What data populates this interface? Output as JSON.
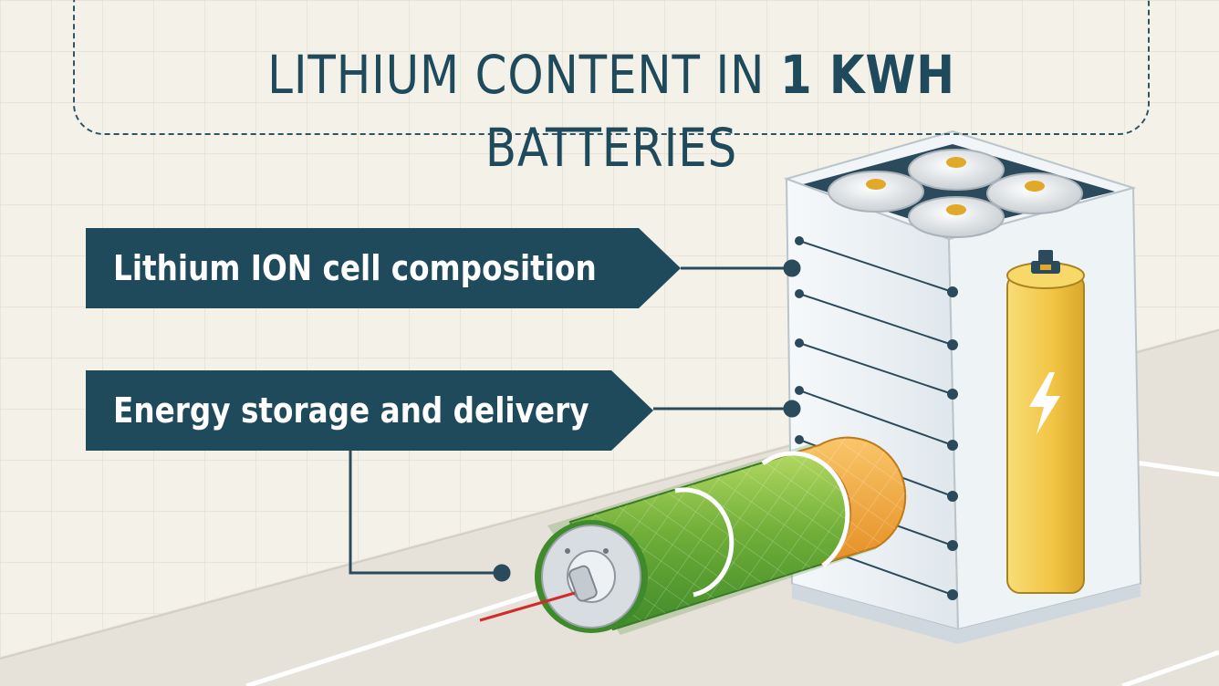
{
  "title": {
    "part1": "LITHIUM CONTENT IN ",
    "bold": "1 KWH",
    "part2": " BATTERIES"
  },
  "labels": {
    "cell_composition": "Lithium ION cell composition",
    "energy_storage": "Energy storage and delivery"
  },
  "colors": {
    "background": "#f3f0e8",
    "banner": "#1f4a5c",
    "accent_green": "#7fb93a",
    "accent_orange": "#f0a93b",
    "accent_yellow": "#f4c947",
    "pack_body": "#e9eff3"
  },
  "icons": {
    "bolt": "lightning-bolt-icon"
  }
}
